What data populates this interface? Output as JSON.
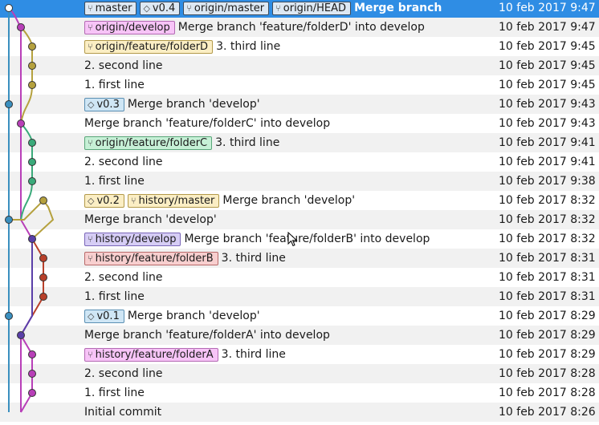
{
  "colors": {
    "selected_row": "#2f8de4",
    "alt_row": "#f1f1f1",
    "lane_blue": "#3a8fbf",
    "lane_olive": "#b5a13e",
    "lane_green": "#3aaa7a",
    "lane_purple": "#5a3fa8",
    "lane_red": "#b8402a",
    "lane_magenta": "#b83fb8"
  },
  "icons": {
    "branch": "branch-icon",
    "tag": "tag-icon",
    "head": "head-circle-icon"
  },
  "commits": [
    {
      "refs": [
        {
          "kind": "tag",
          "label": "master",
          "color": "blue",
          "icon": "branch"
        },
        {
          "kind": "tag",
          "label": "v0.4",
          "color": "blue",
          "icon": "tag"
        },
        {
          "kind": "tag",
          "label": "origin/master",
          "color": "blue",
          "icon": "branch"
        },
        {
          "kind": "tag",
          "label": "origin/HEAD",
          "color": "blue",
          "icon": "branch"
        }
      ],
      "message": "Merge branch",
      "date": "10 feb 2017 9:47",
      "selected": true
    },
    {
      "refs": [
        {
          "label": "origin/develop",
          "color": "pink",
          "icon": "branch"
        }
      ],
      "message": "Merge branch 'feature/folderD' into develop",
      "date": "10 feb 2017 9:47"
    },
    {
      "refs": [
        {
          "label": "origin/feature/folderD",
          "color": "yellow",
          "icon": "branch"
        }
      ],
      "message": "3. third line",
      "date": "10 feb 2017 9:45"
    },
    {
      "refs": [],
      "message": "2. second line",
      "date": "10 feb 2017 9:45"
    },
    {
      "refs": [],
      "message": "1. first line",
      "date": "10 feb 2017 9:45"
    },
    {
      "refs": [
        {
          "label": "v0.3",
          "color": "blue",
          "icon": "tag"
        }
      ],
      "message": "Merge branch 'develop'",
      "date": "10 feb 2017 9:43"
    },
    {
      "refs": [],
      "message": "Merge branch 'feature/folderC' into develop",
      "date": "10 feb 2017 9:43"
    },
    {
      "refs": [
        {
          "label": "origin/feature/folderC",
          "color": "green",
          "icon": "branch"
        }
      ],
      "message": "3. third line",
      "date": "10 feb 2017 9:41"
    },
    {
      "refs": [],
      "message": "2. second line",
      "date": "10 feb 2017 9:41"
    },
    {
      "refs": [],
      "message": "1. first line",
      "date": "10 feb 2017 9:38"
    },
    {
      "refs": [
        {
          "label": "v0.2",
          "color": "yellow",
          "icon": "tag"
        },
        {
          "label": "history/master",
          "color": "yellow",
          "icon": "branch"
        }
      ],
      "message": "Merge branch 'develop'",
      "date": "10 feb 2017 8:32"
    },
    {
      "refs": [],
      "message": "Merge branch 'develop'",
      "date": "10 feb 2017 8:32"
    },
    {
      "refs": [
        {
          "label": "history/develop",
          "color": "purple",
          "icon": "branch"
        }
      ],
      "message": "Merge branch 'feature/folderB' into develop",
      "date": "10 feb 2017 8:32"
    },
    {
      "refs": [
        {
          "label": "history/feature/folderB",
          "color": "red",
          "icon": "branch"
        }
      ],
      "message": "3. third line",
      "date": "10 feb 2017 8:31"
    },
    {
      "refs": [],
      "message": "2. second line",
      "date": "10 feb 2017 8:31"
    },
    {
      "refs": [],
      "message": "1. first line",
      "date": "10 feb 2017 8:31"
    },
    {
      "refs": [
        {
          "label": "v0.1",
          "color": "blue",
          "icon": "tag"
        }
      ],
      "message": "Merge branch 'develop'",
      "date": "10 feb 2017 8:29"
    },
    {
      "refs": [],
      "message": "Merge branch 'feature/folderA' into develop",
      "date": "10 feb 2017 8:29"
    },
    {
      "refs": [
        {
          "label": "history/feature/folderA",
          "color": "pink",
          "icon": "branch"
        }
      ],
      "message": "3. third line",
      "date": "10 feb 2017 8:29"
    },
    {
      "refs": [],
      "message": "2. second line",
      "date": "10 feb 2017 8:28"
    },
    {
      "refs": [],
      "message": "1. first line",
      "date": "10 feb 2017 8:28"
    },
    {
      "refs": [],
      "message": "Initial commit",
      "date": "10 feb 2017 8:26"
    }
  ]
}
